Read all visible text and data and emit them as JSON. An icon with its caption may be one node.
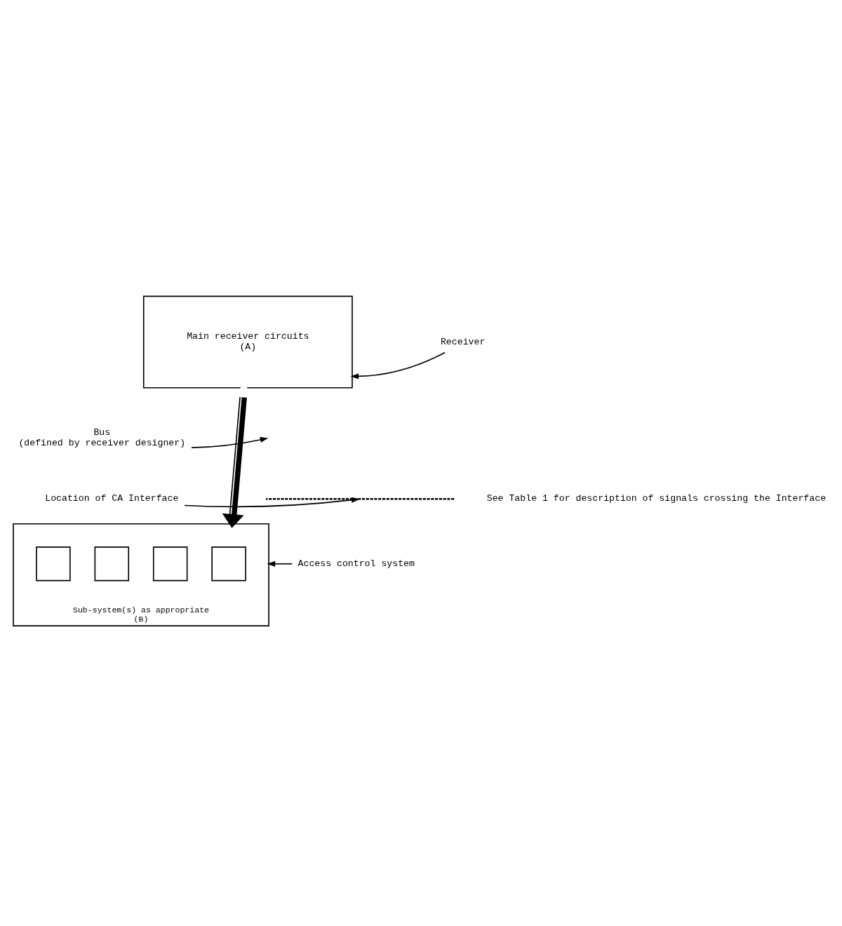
{
  "diagram": {
    "nodes": [
      {
        "text": [
          "Main receiver circuits",
          "(A)"
        ]
      },
      {
        "text": [
          "Receiver"
        ]
      },
      {
        "text": [
          "Bus",
          "(defined by receiver designer)"
        ]
      },
      {
        "text": [
          "Location of CA Interface"
        ]
      },
      {
        "text": [],
        "shape": "line"
      },
      {
        "text": [
          "Sub-system(s) as appropriate",
          "(B)"
        ]
      },
      {
        "text": [],
        "shape": "box",
        "in": 5
      },
      {
        "text": [],
        "shape": "box",
        "in": 5
      },
      {
        "text": [],
        "shape": "box",
        "in": 5
      },
      {
        "text": [],
        "shape": "box",
        "in": 5
      },
      {
        "text": [
          "Access control system"
        ]
      }
    ],
    "edges": [
      {
        "from": 1,
        "to": 0,
        "arrow": "to"
      },
      {
        "from": 0,
        "to": 5,
        "arrow": "both",
        "style": "thick"
      },
      {
        "from": 2,
        "to": null,
        "arrow": "to"
      },
      {
        "from": 3,
        "to": 4,
        "arrow": "to"
      },
      {
        "from": 10,
        "to": 5,
        "arrow": "to"
      }
    ],
    "labels": [
      "See Table 1 for description of signals crossing the Interface"
    ]
  }
}
